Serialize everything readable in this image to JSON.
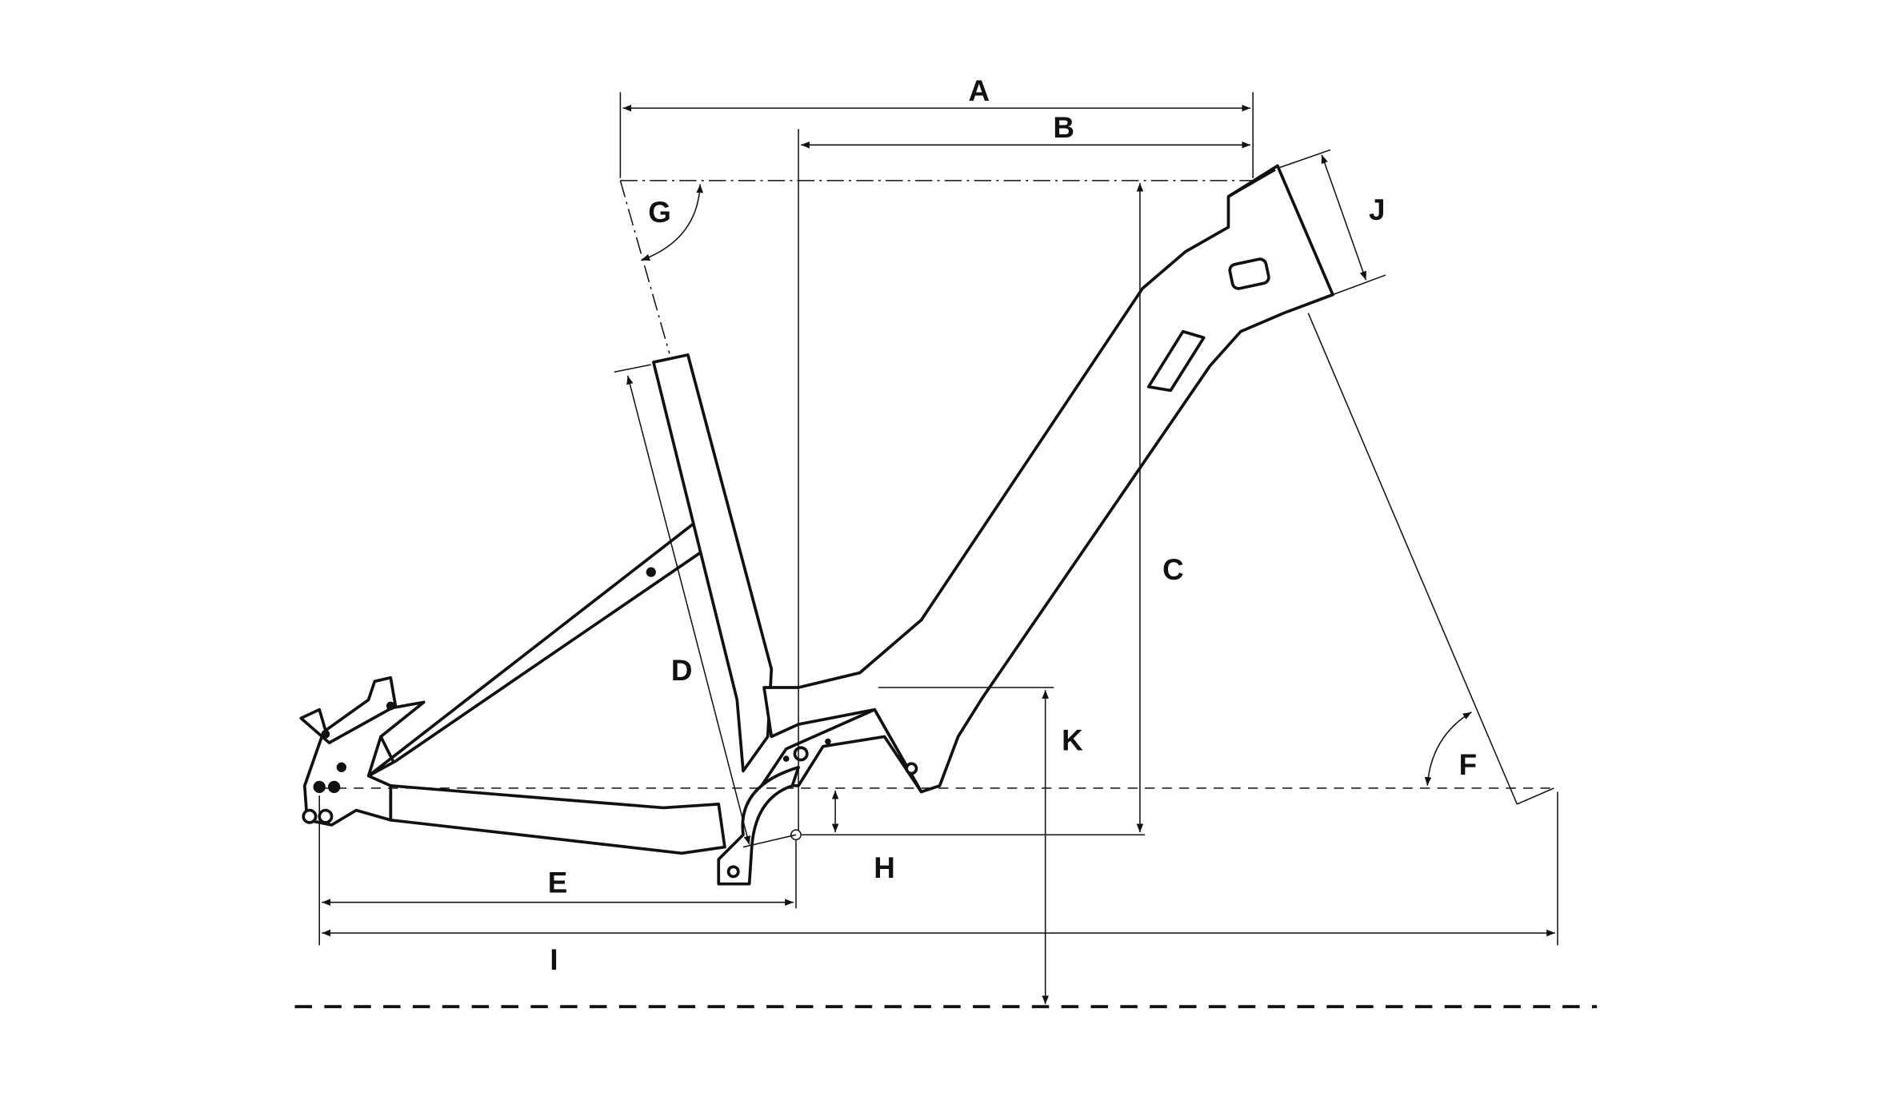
{
  "diagram": {
    "type": "bicycle frame geometry",
    "labels": {
      "A": "A",
      "B": "B",
      "C": "C",
      "D": "D",
      "E": "E",
      "F": "F",
      "G": "G",
      "H": "H",
      "I": "I",
      "J": "J",
      "K": "K"
    },
    "colors": {
      "line": "#111111",
      "background": "#ffffff"
    }
  }
}
